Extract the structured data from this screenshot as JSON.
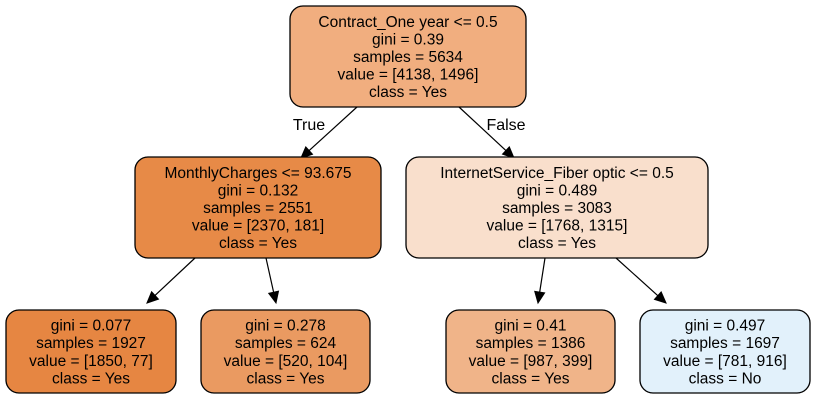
{
  "tree": {
    "nodes": [
      {
        "id": "root",
        "lines": [
          "Contract_One year <= 0.5",
          "gini = 0.39",
          "samples = 5634",
          "value = [4138, 1496]",
          "class = Yes"
        ],
        "fill": "#f1ae7f"
      },
      {
        "id": "left",
        "lines": [
          "MonthlyCharges <= 93.675",
          "gini = 0.132",
          "samples = 2551",
          "value = [2370, 181]",
          "class = Yes"
        ],
        "fill": "#e78a47"
      },
      {
        "id": "right",
        "lines": [
          "InternetService_Fiber optic <= 0.5",
          "gini = 0.489",
          "samples = 3083",
          "value = [1768, 1315]",
          "class = Yes"
        ],
        "fill": "#f9dfcc"
      },
      {
        "id": "left-left",
        "lines": [
          "gini = 0.077",
          "samples = 1927",
          "value = [1850, 77]",
          "class = Yes"
        ],
        "fill": "#e68642"
      },
      {
        "id": "left-right",
        "lines": [
          "gini = 0.278",
          "samples = 624",
          "value = [520, 104]",
          "class = Yes"
        ],
        "fill": "#ea9a61"
      },
      {
        "id": "right-left",
        "lines": [
          "gini = 0.41",
          "samples = 1386",
          "value = [987, 399]",
          "class = Yes"
        ],
        "fill": "#f0b489"
      },
      {
        "id": "right-right",
        "lines": [
          "gini = 0.497",
          "samples = 1697",
          "value = [781, 916]",
          "class = No"
        ],
        "fill": "#e2f1fb"
      }
    ],
    "edges": [
      {
        "from": "root",
        "to": "left",
        "label": "True"
      },
      {
        "from": "root",
        "to": "right",
        "label": "False"
      },
      {
        "from": "left",
        "to": "left-left",
        "label": ""
      },
      {
        "from": "left",
        "to": "left-right",
        "label": ""
      },
      {
        "from": "right",
        "to": "right-left",
        "label": ""
      },
      {
        "from": "right",
        "to": "right-right",
        "label": ""
      }
    ]
  }
}
